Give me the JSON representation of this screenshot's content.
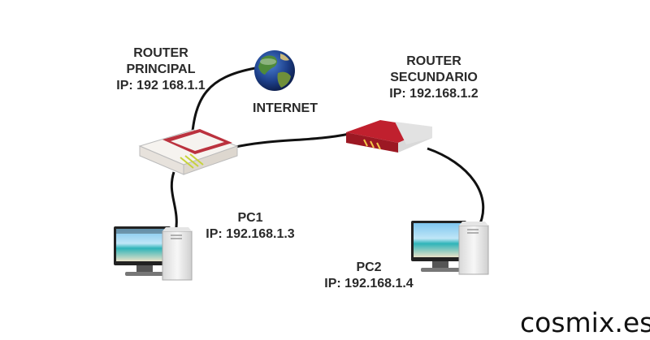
{
  "nodes": {
    "router_principal": {
      "name_line1": "ROUTER",
      "name_line2": "PRINCIPAL",
      "ip": "IP: 192 168.1.1"
    },
    "router_secundario": {
      "name_line1": "ROUTER",
      "name_line2": "SECUNDARIO",
      "ip": "IP: 192.168.1.2"
    },
    "internet": {
      "label": "INTERNET"
    },
    "pc1": {
      "name": "PC1",
      "ip": "IP: 192.168.1.3"
    },
    "pc2": {
      "name": "PC2",
      "ip": "IP: 192.168.1.4"
    }
  },
  "watermark": "cosmix.es",
  "colors": {
    "cable": "#111111",
    "router_primary": "#f4f1ee",
    "router_accent": "#b51d2a",
    "router_secondary": "#c0202e"
  }
}
